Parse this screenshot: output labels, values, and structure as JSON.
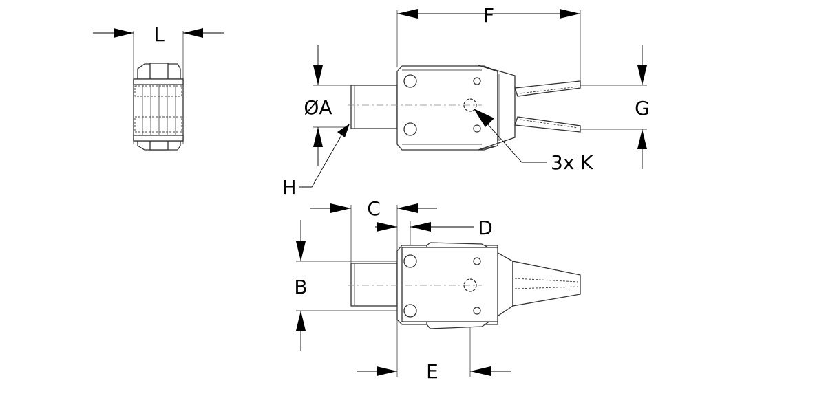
{
  "labels": {
    "L": "L",
    "F": "F",
    "A": "ØA",
    "G": "G",
    "H": "H",
    "K": "3x K",
    "C": "C",
    "D": "D",
    "B": "B",
    "E": "E"
  }
}
